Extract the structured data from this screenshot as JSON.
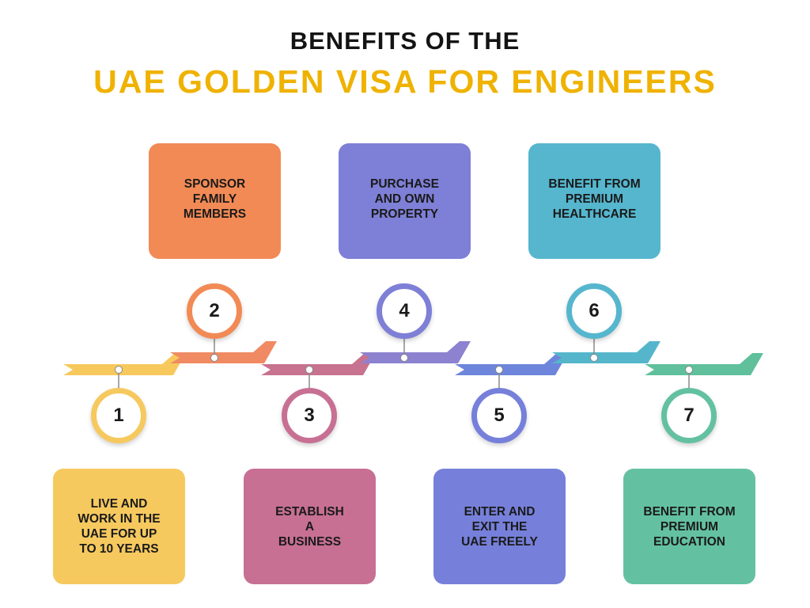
{
  "header": {
    "line1": "BENEFITS OF THE",
    "line2": "UAE GOLDEN VISA FOR ENGINEERS"
  },
  "colors": {
    "title_accent": "#EFB200",
    "title_dark": "#141414",
    "segments": [
      "#F7C95C",
      "#F08A63",
      "#C7728F",
      "#8C82CF",
      "#6D86DB",
      "#55B6CB",
      "#5FC09B"
    ],
    "box_text": "#1a1a1a"
  },
  "steps": [
    {
      "number": "1",
      "label": "LIVE AND\nWORK IN THE\nUAE FOR UP\nTO 10 YEARS",
      "color": "#F6C95F",
      "position": "bottom"
    },
    {
      "number": "2",
      "label": "SPONSOR\nFAMILY\nMEMBERS",
      "color": "#F28A55",
      "position": "top"
    },
    {
      "number": "3",
      "label": "ESTABLISH\nA\nBUSINESS",
      "color": "#C77093",
      "position": "bottom"
    },
    {
      "number": "4",
      "label": "PURCHASE\nAND OWN\nPROPERTY",
      "color": "#7E7FD6",
      "position": "top"
    },
    {
      "number": "5",
      "label": "ENTER AND\nEXIT THE\nUAE FREELY",
      "color": "#7680DA",
      "position": "bottom"
    },
    {
      "number": "6",
      "label": "BENEFIT FROM\nPREMIUM\nHEALTHCARE",
      "color": "#55B6CE",
      "position": "top"
    },
    {
      "number": "7",
      "label": "BENEFIT FROM\nPREMIUM\nEDUCATION",
      "color": "#63C1A2",
      "position": "bottom"
    }
  ]
}
